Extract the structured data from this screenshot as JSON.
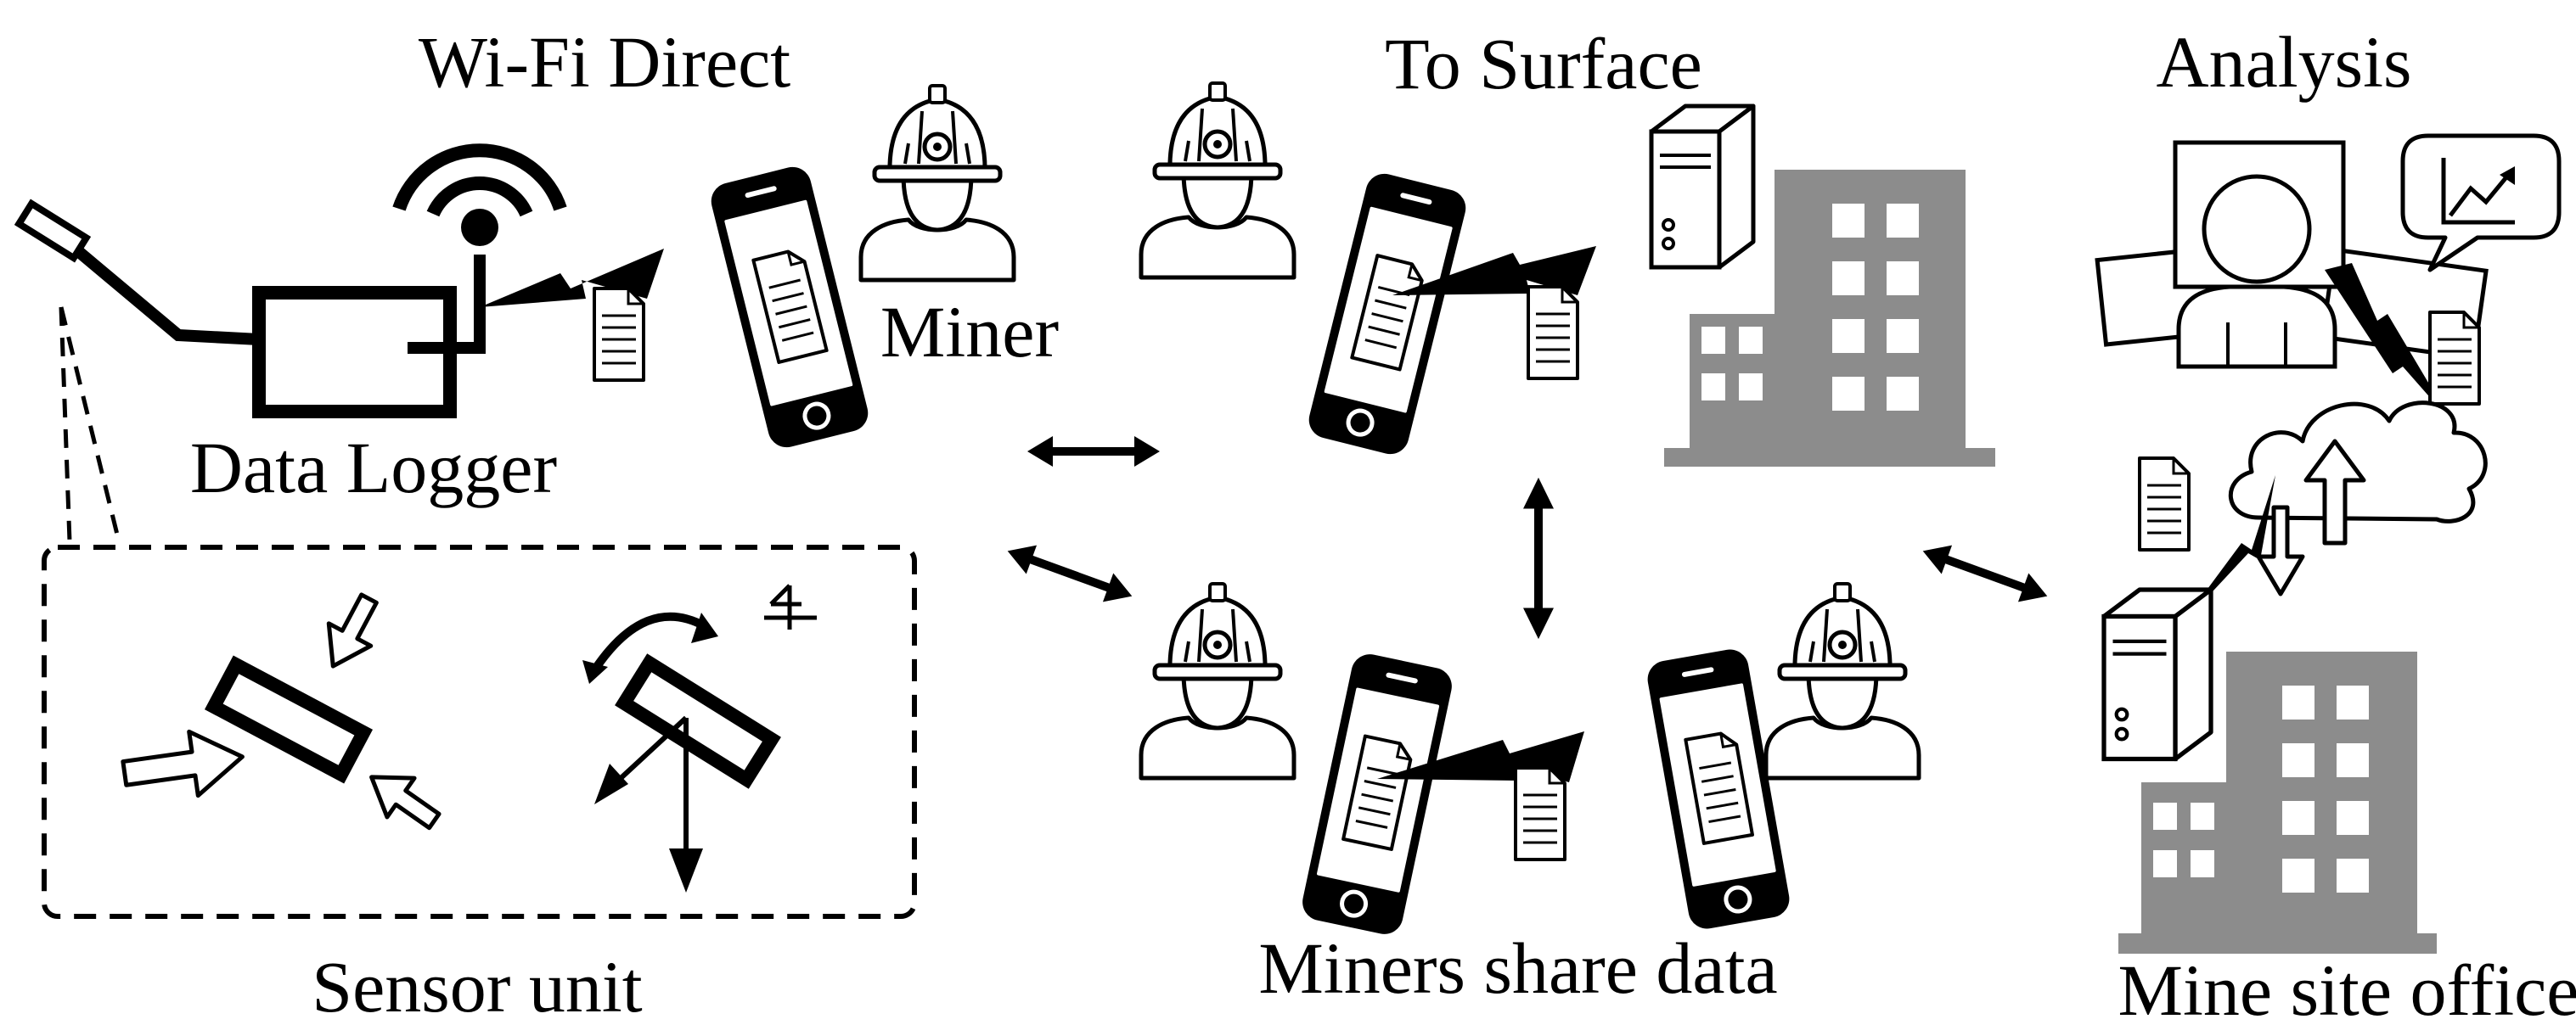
{
  "labels": {
    "wifi_direct": "Wi-Fi Direct",
    "miner": "Miner",
    "data_logger": "Data Logger",
    "sensor_unit": "Sensor unit",
    "to_surface": "To Surface",
    "miners_share_data": "Miners share data",
    "analysis": "Analysis",
    "mine_site_office": "Mine site office"
  },
  "colors": {
    "ink": "#000000",
    "building": "#8c8c8c",
    "window": "#ffffff",
    "background": "#ffffff"
  },
  "icons": [
    "data-logger-icon",
    "wifi-icon",
    "lightning-icon",
    "document-icon",
    "smartphone-icon",
    "miner-helmet-icon",
    "server-icon",
    "building-icon",
    "cloud-icon",
    "chart-bubble-icon",
    "monitor-icon",
    "double-arrow-icon",
    "rotation-arrow-icon",
    "force-arrow-icon"
  ]
}
